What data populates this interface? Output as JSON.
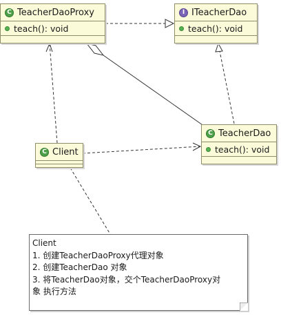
{
  "classes": {
    "proxy": {
      "name": "TeacherDaoProxy",
      "method": "teach(): void"
    },
    "iface": {
      "name": "ITeacherDao",
      "method": "teach(): void"
    },
    "teacher": {
      "name": "TeacherDao",
      "method": "teach(): void"
    },
    "client": {
      "name": "Client"
    }
  },
  "icons": {
    "class": "C",
    "interface": "I"
  },
  "note": {
    "lines": [
      "Client",
      "1. 创建TeacherDaoProxy代理对象",
      "2. 创建TeacherDao 对象",
      "3. 将TeacherDao对象，交个TeacherDaoProxy对",
      "象 执行方法"
    ]
  },
  "colors": {
    "box_fill": "#fbfbd9",
    "class_icon": "#4fa04b",
    "interface_icon": "#7b63b5",
    "line": "#333333"
  }
}
